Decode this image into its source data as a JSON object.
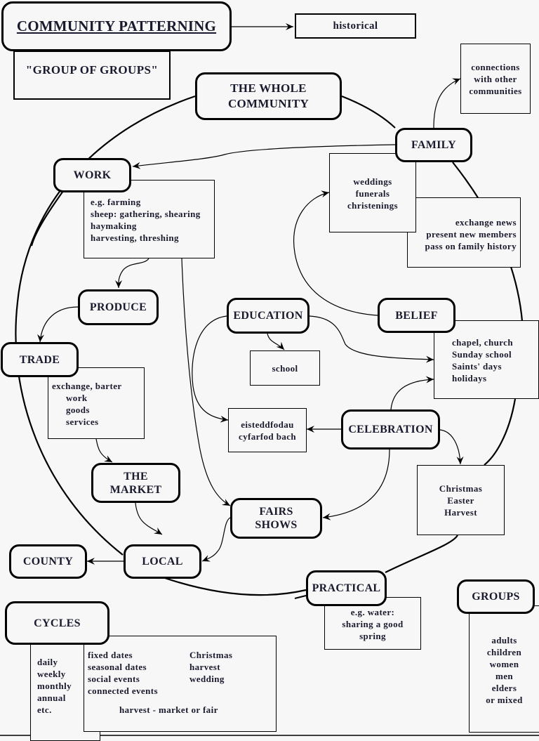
{
  "diagram": {
    "title": "COMMUNITY PATTERNING",
    "subtitle": "\"GROUP OF GROUPS\"",
    "historical": "historical",
    "whole_community": [
      "THE WHOLE",
      "COMMUNITY"
    ],
    "connections": [
      "connections",
      "with other",
      "communities"
    ],
    "family": {
      "label": "FAMILY",
      "events": [
        "weddings",
        "funerals",
        "christenings"
      ],
      "roles": [
        "exchange news",
        "present new members",
        "pass on family history"
      ]
    },
    "work": {
      "label": "WORK",
      "details": [
        "e.g. farming",
        "sheep: gathering, shearing",
        "haymaking",
        "harvesting, threshing"
      ]
    },
    "produce": "PRODUCE",
    "trade": {
      "label": "TRADE",
      "details_head": "exchange, barter",
      "details_items": [
        "work",
        "goods",
        "services"
      ]
    },
    "market": [
      "THE",
      "MARKET"
    ],
    "local": "LOCAL",
    "county": "COUNTY",
    "education": {
      "label": "EDUCATION",
      "school": "school"
    },
    "eisteddfodau": [
      "eisteddfodau",
      "cyfarfod bach"
    ],
    "belief": {
      "label": "BELIEF",
      "details": [
        "chapel, church",
        "Sunday school",
        "Saints' days",
        "holidays"
      ]
    },
    "celebration": {
      "label": "CELEBRATION",
      "details": [
        "Christmas",
        "Easter",
        "Harvest"
      ]
    },
    "fairs": [
      "FAIRS",
      "SHOWS"
    ],
    "practical": {
      "label": "PRACTICAL",
      "details": [
        "e.g. water:",
        "sharing a good",
        "spring"
      ]
    },
    "groups": {
      "label": "GROUPS",
      "details": [
        "adults",
        "children",
        "women",
        "men",
        "elders",
        "or mixed"
      ]
    },
    "cycles": {
      "label": "CYCLES",
      "periods": [
        "daily",
        "weekly",
        "monthly",
        "annual",
        "etc."
      ],
      "date_types": [
        "fixed dates",
        "seasonal dates",
        "social events",
        "connected events"
      ],
      "examples": [
        "Christmas",
        "harvest",
        "wedding"
      ],
      "connected_example": "harvest - market or fair"
    }
  }
}
